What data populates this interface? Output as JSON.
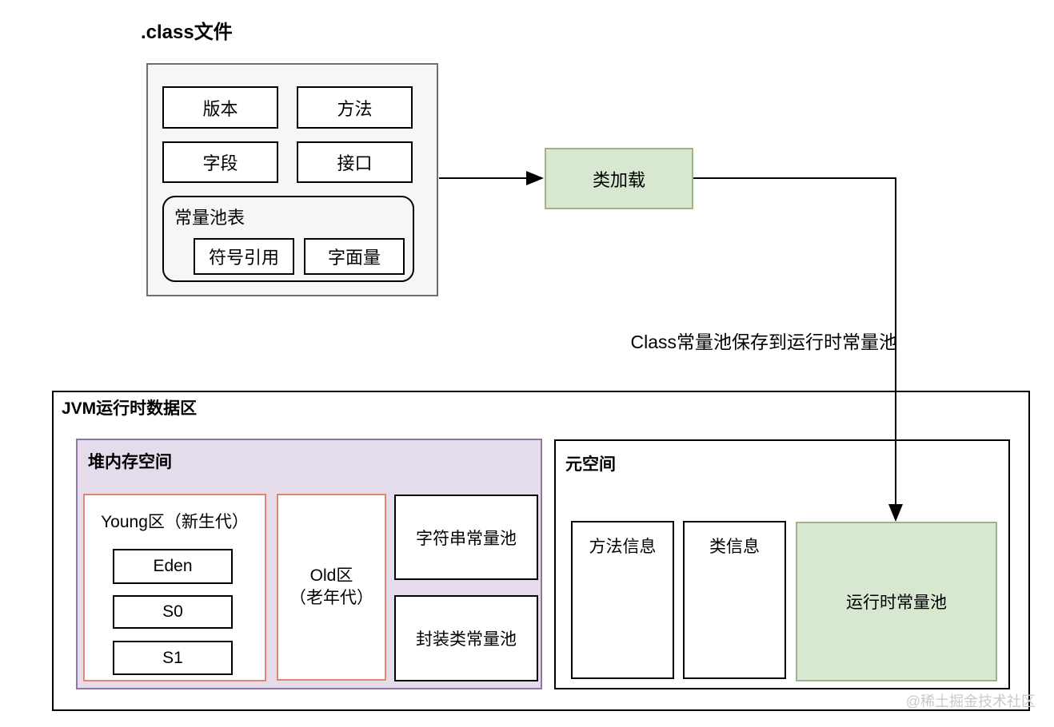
{
  "class_file": {
    "title": ".class文件",
    "version": "版本",
    "method": "方法",
    "field": "字段",
    "interface": "接口",
    "constant_pool_table": {
      "title": "常量池表",
      "symbol_ref": "符号引用",
      "literal": "字面量"
    }
  },
  "class_loading": {
    "label": "类加载"
  },
  "flow": {
    "label": "Class常量池保存到运行时常量池"
  },
  "jvm": {
    "title": "JVM运行时数据区",
    "heap": {
      "title": "堆内存空间",
      "young": {
        "title": "Young区（新生代）",
        "eden": "Eden",
        "s0": "S0",
        "s1": "S1"
      },
      "old": {
        "line1": "Old区",
        "line2": "（老年代）"
      },
      "string_pool": "字符串常量池",
      "wrapper_pool": "封装类常量池"
    },
    "metaspace": {
      "title": "元空间",
      "method_info": "方法信息",
      "class_info": "类信息",
      "runtime_pool": "运行时常量池"
    }
  },
  "watermark": "@稀土掘金技术社区",
  "colors": {
    "green_fill": "#d8e7d0",
    "green_border": "#9cb38e",
    "purple_fill": "#e4dcea",
    "purple_border": "#9074a2",
    "red_border": "#e08478",
    "gray_fill": "#f5f6f5",
    "gray_border": "#6e6e6e"
  }
}
